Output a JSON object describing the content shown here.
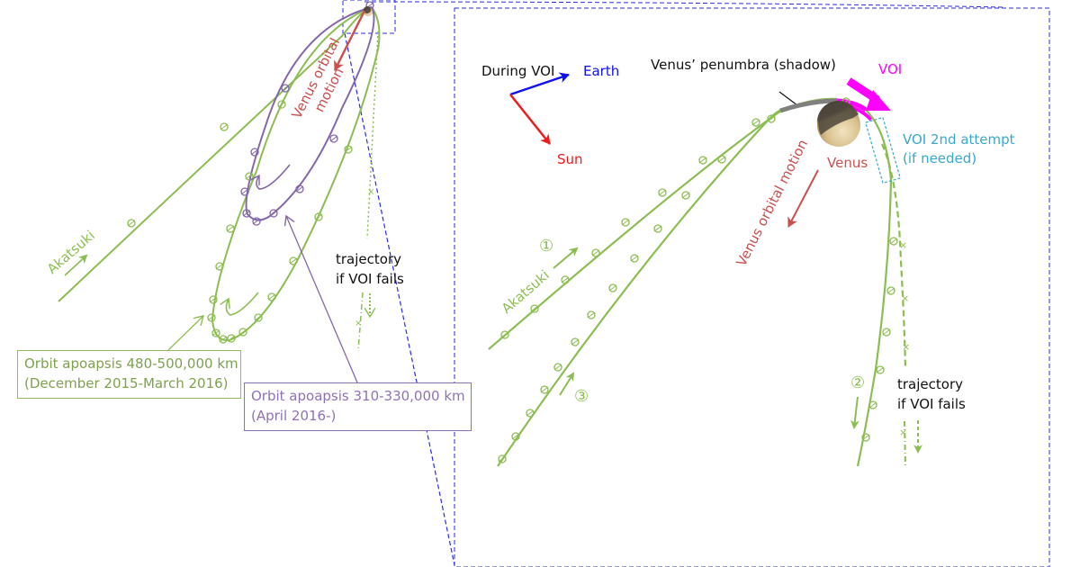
{
  "colors": {
    "akatsuki_green": "#8cbd52",
    "orbit_purple": "#8466ab",
    "venus_motion_red": "#c9504e",
    "voi_magenta": "#ff00ff",
    "earth_blue": "#1010ee",
    "sun_red": "#ee1c1c",
    "second_attempt_cyan": "#3aa8c8",
    "penumbra_gray": "#808080",
    "zoom_frame_blue": "#2a2aee"
  },
  "left_panel": {
    "akatsuki_label": "Akatsuki",
    "venus_motion_line1": "Venus orbital",
    "venus_motion_line2": "motion",
    "fail_trajectory_line1": "trajectory",
    "fail_trajectory_line2": "if VOI fails",
    "green_orbit_box": {
      "line1": "Orbit apoapsis 480-500,000 km",
      "line2": "(December 2015-March 2016)"
    },
    "purple_orbit_box": {
      "line1": "Orbit apoapsis 310-330,000 km",
      "line2": "(April 2016-)"
    }
  },
  "right_panel": {
    "during_voi": "During VOI",
    "earth": "Earth",
    "sun": "Sun",
    "penumbra": "Venus’ penumbra (shadow)",
    "voi": "VOI",
    "venus": "Venus",
    "second_attempt_line1": "VOI 2nd attempt",
    "second_attempt_line2": "(if needed)",
    "venus_motion": "Venus orbital motion",
    "akatsuki_label": "Akatsuki",
    "step1": "①",
    "step2": "②",
    "step3": "③",
    "fail_trajectory_line1": "trajectory",
    "fail_trajectory_line2": "if VOI fails"
  }
}
